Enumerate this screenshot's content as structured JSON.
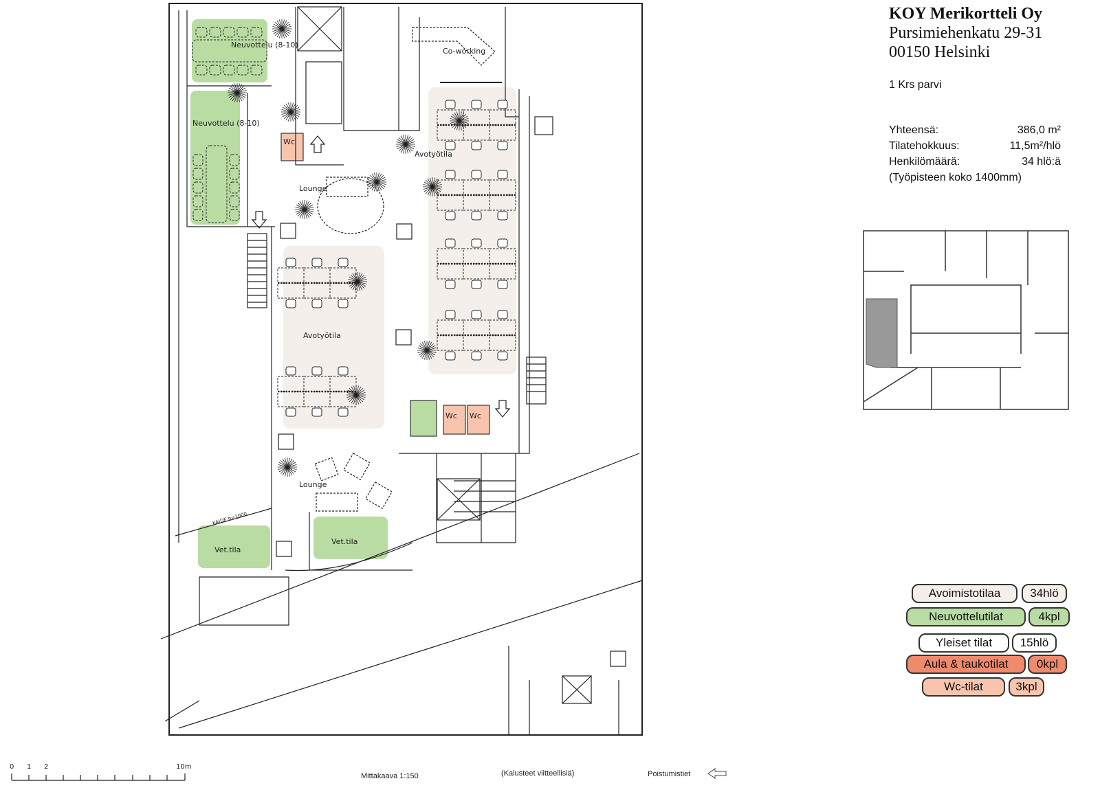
{
  "header": {
    "company": "KOY Merikortteli Oy",
    "street": "Pursimiehenkatu 29-31",
    "city": "00150 Helsinki",
    "floor": "1 Krs parvi"
  },
  "stats": [
    {
      "label": "Yhteensä:",
      "value": "386,0 m²"
    },
    {
      "label": "Tilatehokkuus:",
      "value": "11,5m²/hlö"
    },
    {
      "label": "Henkilömäärä:",
      "value": "34 hlö:ä"
    }
  ],
  "stats_note": "(Työpisteen koko 1400mm)",
  "legend": [
    {
      "label": "Avoimistotilaa",
      "value": "34hlö",
      "color": "#f4efea"
    },
    {
      "label": "Neuvottelutilat",
      "value": "4kpl",
      "color": "#b9dca3"
    },
    {
      "label": "Yleiset tilat",
      "value": "15hlö",
      "color": "#ffffff"
    },
    {
      "label": "Aula & taukotilat",
      "value": "0kpl",
      "color": "#ef8a6c"
    },
    {
      "label": "Wc-tilat",
      "value": "3kpl",
      "color": "#f8c4ad"
    }
  ],
  "rooms": {
    "meeting1": "Neuvottelu (8-10)",
    "meeting2": "Neuvottelu (8-10)",
    "coworking": "Co-working",
    "open1": "Avotyötila",
    "open2": "Avotyötila",
    "lounge1": "Lounge",
    "lounge2": "Lounge",
    "vet1": "Vet.tila",
    "vet2": "Vet.tila",
    "wc1": "Wc",
    "wc2": "Wc",
    "wc3": "Wc",
    "railing": "KAIDE h=1000"
  },
  "scale_bar": {
    "ticks": [
      "0",
      "1",
      "2",
      "10m"
    ]
  },
  "footer": {
    "scale": "Mittakaava 1:150",
    "note": "(Kalusteet viitteellisiä)",
    "exits": "Poistumistiet"
  }
}
